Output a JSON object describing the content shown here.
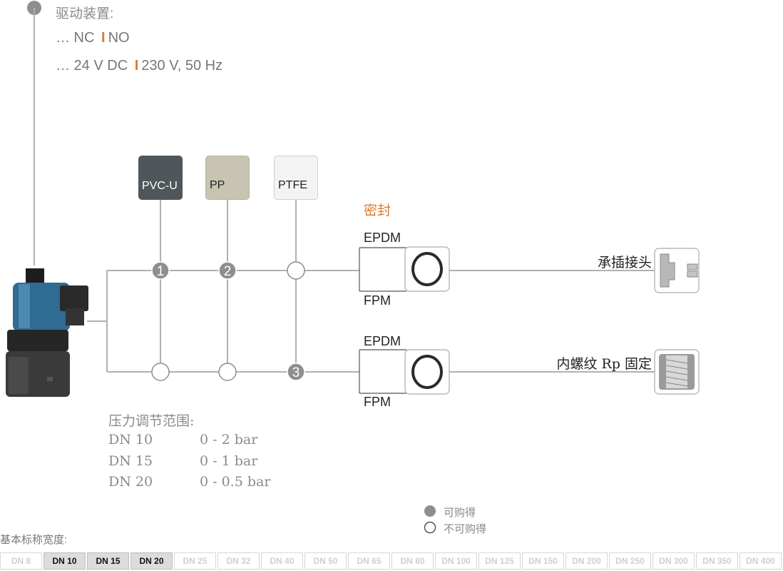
{
  "drive": {
    "title": "驱动装置:",
    "nc": "… NC",
    "no": "NO",
    "dc": "… 24 V DC",
    "ac": "230 V, 50 Hz",
    "separator": "I",
    "separator_color": "#e07a2b"
  },
  "materials": [
    {
      "label": "PVC-U",
      "color": "#4f575a",
      "text_color": "#ffffff"
    },
    {
      "label": "PP",
      "color": "#c8c4b2",
      "text_color": "#222222"
    },
    {
      "label": "PTFE",
      "color": "#f3f3f3",
      "text_color": "#222222"
    }
  ],
  "nodes": {
    "n1": "1",
    "n2": "2",
    "n3": "3"
  },
  "seal": {
    "title": "密封",
    "upper": {
      "top": "EPDM",
      "bottom": "FPM"
    },
    "lower": {
      "top": "EPDM",
      "bottom": "FPM"
    }
  },
  "connections": {
    "upper": "承插接头",
    "lower": "内螺纹 Rp 固定"
  },
  "pressure": {
    "title": "压力调节范围:",
    "rows": [
      {
        "dn": "DN 10",
        "range": "0 - 2 bar"
      },
      {
        "dn": "DN 15",
        "range": "0 - 1 bar"
      },
      {
        "dn": "DN 20",
        "range": "0 - 0.5 bar"
      }
    ]
  },
  "legend": {
    "available": "可购得",
    "unavailable": "不可购得"
  },
  "nominal": {
    "title": "基本标称宽度:",
    "sizes": [
      {
        "label": "DN 8",
        "active": false
      },
      {
        "label": "DN 10",
        "active": true
      },
      {
        "label": "DN 15",
        "active": true
      },
      {
        "label": "DN 20",
        "active": true
      },
      {
        "label": "DN 25",
        "active": false
      },
      {
        "label": "DN 32",
        "active": false
      },
      {
        "label": "DN 40",
        "active": false
      },
      {
        "label": "DN 50",
        "active": false
      },
      {
        "label": "DN 65",
        "active": false
      },
      {
        "label": "DN 80",
        "active": false
      },
      {
        "label": "DN 100",
        "active": false
      },
      {
        "label": "DN 125",
        "active": false
      },
      {
        "label": "DN 150",
        "active": false
      },
      {
        "label": "DN 200",
        "active": false
      },
      {
        "label": "DN 250",
        "active": false
      },
      {
        "label": "DN 300",
        "active": false
      },
      {
        "label": "DN 350",
        "active": false
      },
      {
        "label": "DN 400",
        "active": false
      }
    ]
  },
  "colors": {
    "line": "#b0b0b0",
    "available_fill": "#8e8e8e",
    "accent": "#e07a2b"
  }
}
